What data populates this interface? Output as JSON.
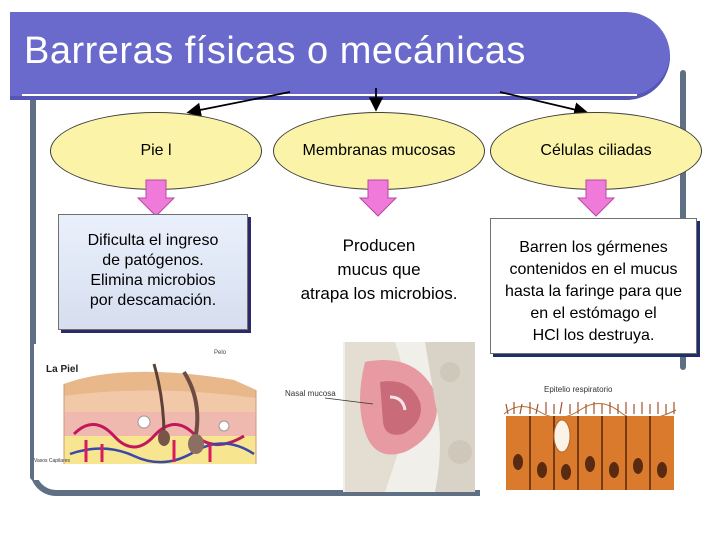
{
  "title": "Barreras físicas o mecánicas",
  "columns": [
    {
      "heading": "Pie l",
      "description": [
        "Dificulta el ingreso",
        "de patógenos.",
        "Elimina microbios",
        "por  descamación."
      ]
    },
    {
      "heading": "Membranas mucosas",
      "description": [
        "Producen",
        "mucus que",
        "atrapa los microbios."
      ]
    },
    {
      "heading": "Células ciliadas",
      "description": [
        "Barren los gérmenes",
        "contenidos en el mucus",
        "hasta la faringe para que",
        "en el estómago el",
        "HCl los destruya."
      ]
    }
  ],
  "images": {
    "skin": {
      "title": "La Piel",
      "label_hair": "Pelo",
      "label_vessels": "Vasos Capilares"
    },
    "nasal": {
      "label": "Nasal mucosa"
    },
    "cilia": {
      "title": "Epitelio respiratorio"
    }
  },
  "colors": {
    "title_bar": "#6a6acd",
    "ellipse": "#fbf4a8",
    "arrow": "#f07ad9",
    "frame": "#5f6f84"
  }
}
